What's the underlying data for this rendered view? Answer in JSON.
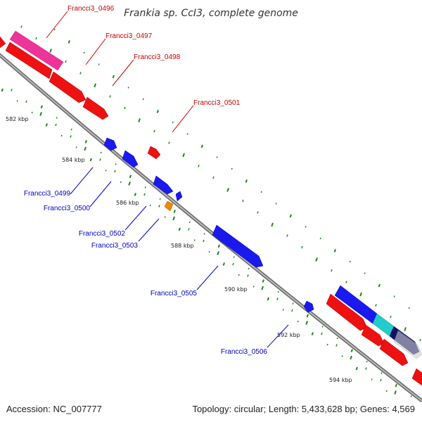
{
  "title": "Frankia sp. CcI3, complete genome",
  "footer": {
    "accession": "Accession: NC_007777",
    "summary": "Topology: circular; Length: 5,433,628 bp; Genes: 4,569"
  },
  "colors": {
    "forward_gene": "#ee1111",
    "reverse_gene": "#1a1aee",
    "pink_gene": "#ee3399",
    "orange_gene": "#ee8800",
    "cyan_gene": "#22cccc",
    "navy_gene": "#111166",
    "label_forward": "#cc0000",
    "label_reverse": "#0000cc",
    "backbone": "#888888",
    "tick": "#228822"
  },
  "forward_labels": [
    {
      "id": "f0496",
      "text": "Francci3_0496"
    },
    {
      "id": "f0497",
      "text": "Francci3_0497"
    },
    {
      "id": "f0498",
      "text": "Francci3_0498"
    },
    {
      "id": "f0501",
      "text": "Francci3_0501"
    }
  ],
  "reverse_labels": [
    {
      "id": "r0499",
      "text": "Francci3_0499"
    },
    {
      "id": "r0500",
      "text": "Francci3_0500"
    },
    {
      "id": "r0502",
      "text": "Francci3_0502"
    },
    {
      "id": "r0503",
      "text": "Francci3_0503"
    },
    {
      "id": "r0505",
      "text": "Francci3_0505"
    },
    {
      "id": "r0506",
      "text": "Francci3_0506"
    }
  ],
  "kbp_labels": [
    "582 kbp",
    "584 kbp",
    "586 kbp",
    "588 kbp",
    "590 kbp",
    "592 kbp",
    "594 kbp"
  ]
}
